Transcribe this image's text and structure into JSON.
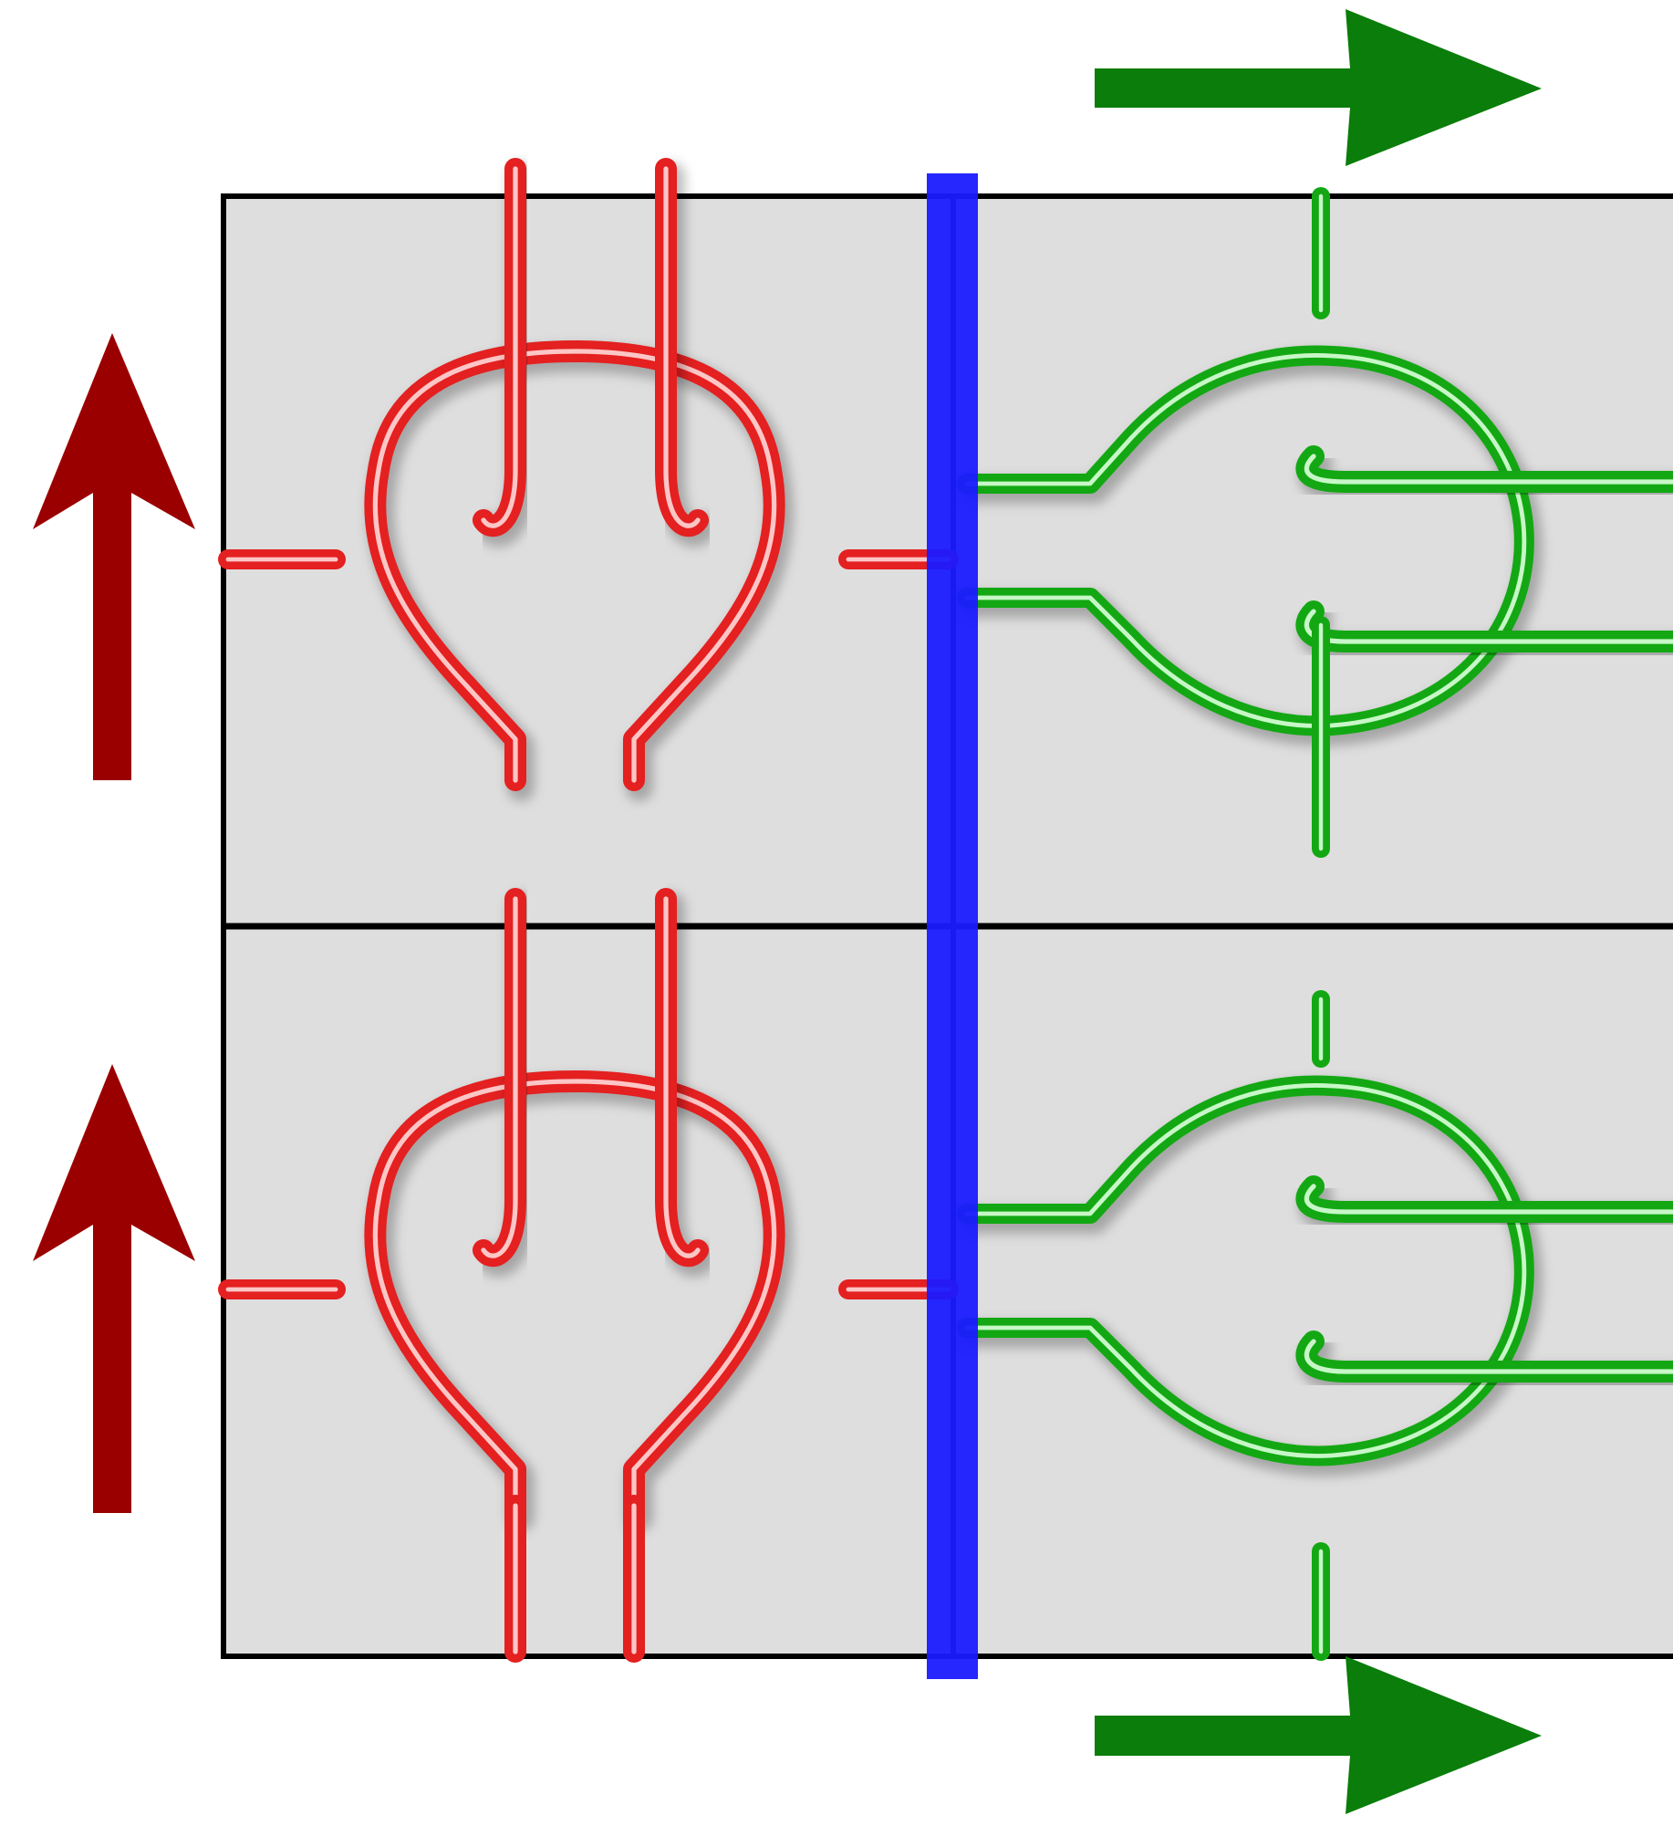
{
  "diagram": {
    "colors": {
      "background": "#ffffff",
      "panel_fill": "#dedede",
      "panel_border": "#000000",
      "red_strand": "#e42020",
      "red_highlight": "#ffd8d8",
      "red_arrow": "#9b0000",
      "green_strand": "#13a813",
      "green_highlight": "#dcffdc",
      "green_arrow": "#0a7d0a",
      "blue_divider": "#1a1aff"
    },
    "arrows": [
      {
        "id": "red-arrow-upper",
        "direction": "up",
        "color": "red_arrow"
      },
      {
        "id": "red-arrow-lower",
        "direction": "up",
        "color": "red_arrow"
      },
      {
        "id": "green-arrow-top",
        "direction": "right",
        "color": "green_arrow"
      },
      {
        "id": "green-arrow-bottom",
        "direction": "right",
        "color": "green_arrow"
      }
    ],
    "red_units": 2,
    "green_units": 2
  }
}
